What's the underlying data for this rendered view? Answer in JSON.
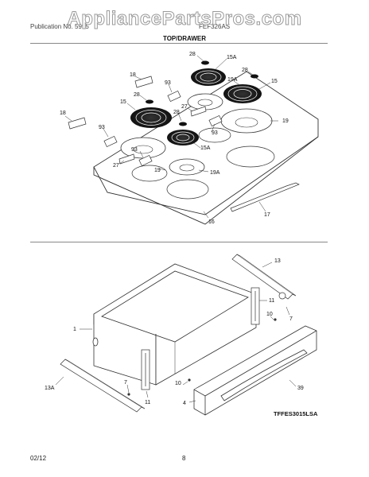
{
  "watermark": "AppliancePartsPros.com",
  "header": {
    "left": "Publication No. 5995",
    "right": "FEF326AS"
  },
  "section_title": "TOP/DRAWER",
  "part_labels": {
    "p28a": "28",
    "p15a_top": "15A",
    "p18a": "18",
    "p93a": "93",
    "p19a_top": "19A",
    "p28b": "28",
    "p15_right": "15",
    "p15_left": "15",
    "p28c": "28",
    "p27a": "27",
    "p28d": "28",
    "p19_right": "19",
    "p18b": "18",
    "p93b": "93",
    "p93c": "93",
    "p15a_mid": "15A",
    "p93d": "93",
    "p27b": "27",
    "p19_left": "19",
    "p19a_bottom": "19A",
    "p17": "17",
    "p16": "16",
    "p13": "13",
    "p11_right": "11",
    "p7_right": "7",
    "p10_right": "10",
    "p1": "1",
    "p13a": "13A",
    "p7_left": "7",
    "p11_left": "11",
    "p10_left": "10",
    "p4": "4",
    "p39": "39"
  },
  "diagram_code": "TFFES3015LSA",
  "footer": {
    "date": "02/12",
    "page": "8"
  }
}
